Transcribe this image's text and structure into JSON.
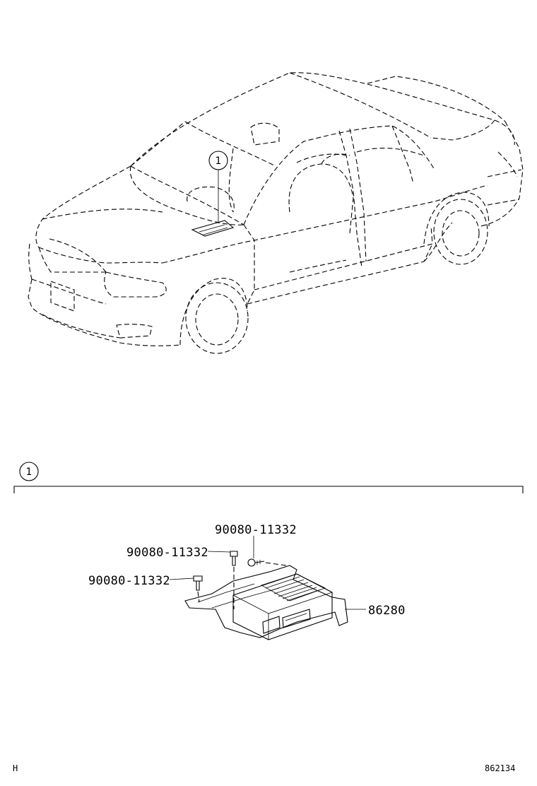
{
  "callouts": {
    "vehicle_callout": "1",
    "section_callout": "1"
  },
  "parts": {
    "bolt_top": "90080-11332",
    "bolt_middle": "90080-11332",
    "bolt_left": "90080-11332",
    "amplifier": "86280"
  },
  "footer": {
    "corner_letter": "H",
    "diagram_number": "862134"
  }
}
